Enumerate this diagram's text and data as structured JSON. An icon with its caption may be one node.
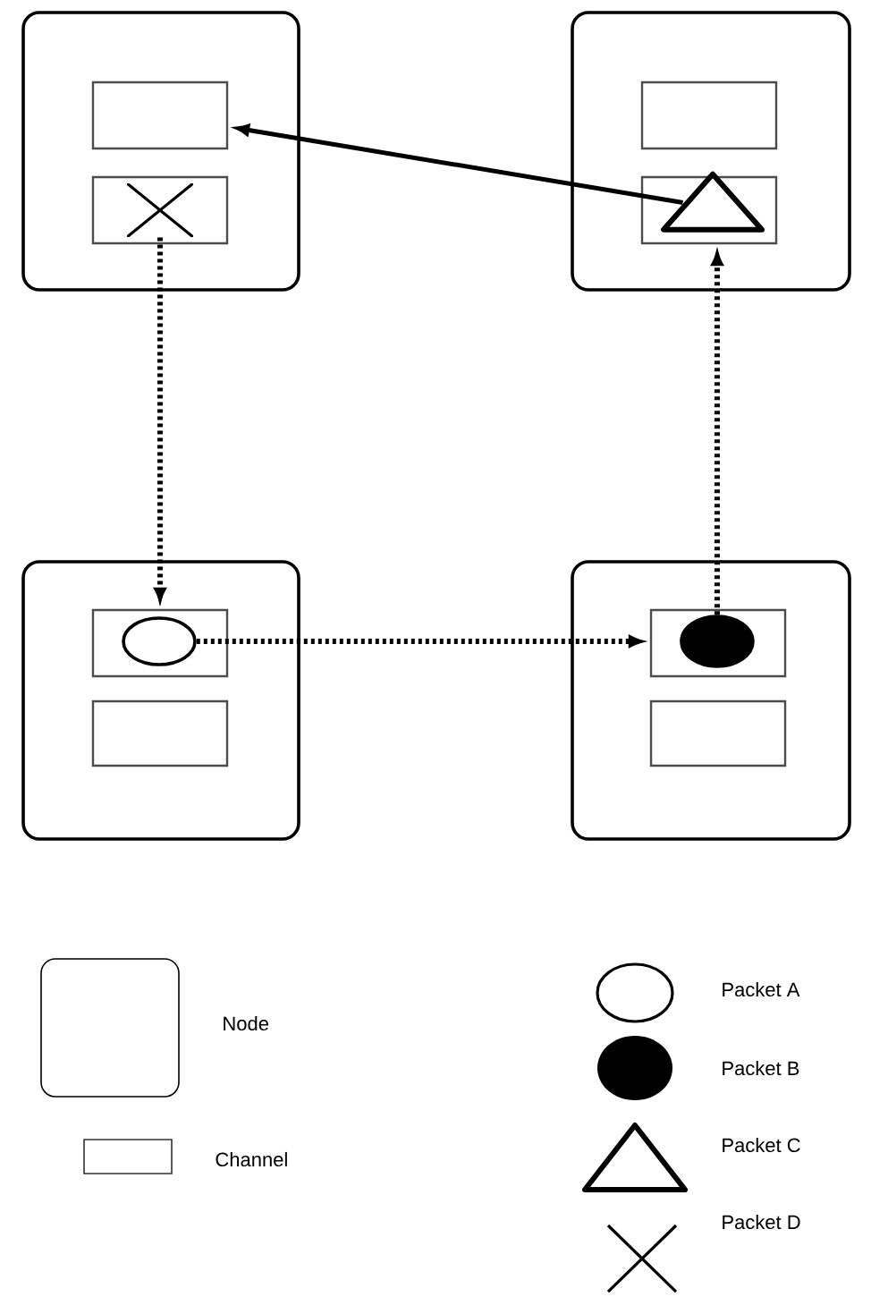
{
  "diagram": {
    "nodes": [
      {
        "text": [],
        "shape": "box"
      },
      {
        "text": [],
        "shape": "box",
        "in": 0
      },
      {
        "text": [],
        "shape": "box",
        "in": 0
      },
      {
        "text": [],
        "shape": "cross",
        "in": 2
      },
      {
        "text": [],
        "shape": "box"
      },
      {
        "text": [],
        "shape": "box",
        "in": 4
      },
      {
        "text": [],
        "shape": "box",
        "in": 4
      },
      {
        "text": [],
        "shape": "triangle",
        "in": 6
      },
      {
        "text": [],
        "shape": "box"
      },
      {
        "text": [],
        "shape": "box",
        "in": 8
      },
      {
        "text": [],
        "shape": "ellipse",
        "in": 9
      },
      {
        "text": [],
        "shape": "box",
        "in": 8
      },
      {
        "text": [],
        "shape": "box"
      },
      {
        "text": [],
        "shape": "box",
        "in": 12
      },
      {
        "text": [],
        "shape": "ellipse",
        "in": 13
      },
      {
        "text": [],
        "shape": "box",
        "in": 12
      }
    ],
    "edges": [
      {
        "from": 7,
        "to": 1,
        "arrow": "to"
      },
      {
        "from": 3,
        "to": 9,
        "arrow": "to",
        "style": "dashed"
      },
      {
        "from": 10,
        "to": 13,
        "arrow": "to",
        "style": "dashed"
      },
      {
        "from": 14,
        "to": 6,
        "arrow": "to",
        "style": "dashed"
      }
    ],
    "legend": [
      {
        "text": "Node"
      },
      {
        "text": "Channel"
      },
      {
        "text": "Packet A"
      },
      {
        "text": "Packet B"
      },
      {
        "text": "Packet C"
      },
      {
        "text": "Packet D"
      }
    ]
  }
}
